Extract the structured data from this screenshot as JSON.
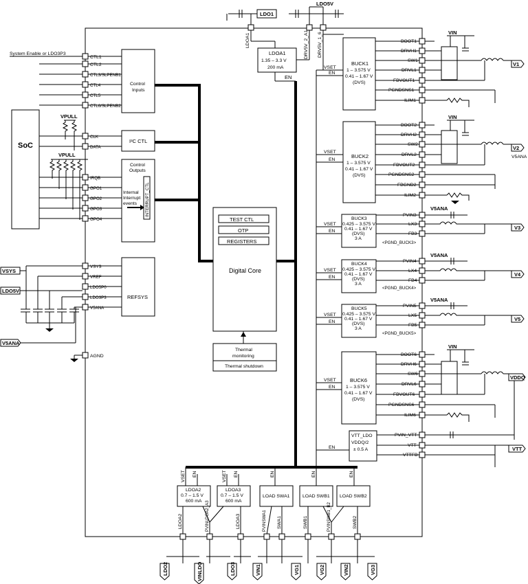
{
  "soc": {
    "label": "SoC",
    "system_enable": "System Enable or LDO3P3",
    "vpull1": "VPULL",
    "vpull2": "VPULL"
  },
  "left_pins": {
    "control": [
      "CTL1",
      "CTL2",
      "CTL3/SLPENB1",
      "CTL4",
      "CTL5",
      "CTL6/SLPENB2"
    ],
    "i2c": [
      "CLK",
      "DATA"
    ],
    "gpio": [
      "IRQB",
      "GPO1",
      "GPO2",
      "GPO3",
      "GPO4"
    ],
    "power": [
      "VSYS",
      "VREF",
      "LDO5P0",
      "LDO3P3",
      "V5ANA"
    ],
    "agnd": "AGND"
  },
  "blocks": {
    "control_inputs": [
      "Control",
      "Inputs"
    ],
    "i2c_ctl": "I²C CTL",
    "control_outputs": [
      "Control",
      "Outputs"
    ],
    "internal_interrupt": [
      "Internal",
      "Interrupt",
      "events"
    ],
    "interrupt_ctl": "INTERRUPT_CTL",
    "refsys": "REFSYS",
    "digital_core": "Digital Core",
    "test_ctl": "TEST CTL",
    "otp": "OTP",
    "registers": "REGISTERS",
    "thermal_monitoring": [
      "Thermal",
      "monitoring"
    ],
    "thermal_shutdown": "Thermal shutdown",
    "ldoa1": [
      "LDOA1",
      "1.35 – 3.3 V",
      "200 mA"
    ]
  },
  "top": {
    "ldo1": "LDO1",
    "ldo5v": "LDO5V",
    "pins": [
      "LDOA1",
      "DRV5V_2_A1",
      "DRV5V_1_6"
    ]
  },
  "bucks": [
    {
      "lines": [
        "BUCK1",
        "1 – 3.575 V",
        "0.41 – 1.67 V",
        "(DVS)"
      ],
      "pins": [
        "BOOT1",
        "DRVH1",
        "SW1",
        "DRVL1",
        "FBVOUT1",
        "PGNDSNS1",
        "ILIM1"
      ],
      "output": "V1",
      "out_sub": "",
      "vin": "VIN"
    },
    {
      "lines": [
        "BUCK2",
        "1 – 3.575 V",
        "0.41 – 1.67 V",
        "(DVS)"
      ],
      "pins": [
        "BOOT2",
        "DRVH2",
        "SW2",
        "DRVL2",
        "FBVOUT2",
        "PGNDSNS2",
        "FBGND2",
        "ILIM2"
      ],
      "output": "V2",
      "out_sub": "V5ANA",
      "vin": "VIN"
    },
    {
      "lines": [
        "BUCK3",
        "0.425 – 3.575 V",
        "0.41 – 1.67 V",
        "(DVS)",
        "3 A"
      ],
      "pins": [
        "PVIN3",
        "LX3",
        "FB3"
      ],
      "pgnd": "<PGND_BUCK3>",
      "output": "V3",
      "v5ana": "V5ANA"
    },
    {
      "lines": [
        "BUCK4",
        "0.425 – 3.575 V",
        "0.41 – 1.67 V",
        "(DVS)",
        "3 A"
      ],
      "pins": [
        "PVIN4",
        "LX4",
        "FB4"
      ],
      "pgnd": "<PGND_BUCK4>",
      "output": "V4",
      "v5ana": "V5ANA"
    },
    {
      "lines": [
        "BUCK5",
        "0.425 – 3.575 V",
        "0.41 – 1.67 V",
        "(DVS)",
        "3 A"
      ],
      "pins": [
        "PVIN5",
        "LX5",
        "FB5"
      ],
      "pgnd": "<PGND_BUCK5>",
      "output": "V5",
      "v5ana": "V5ANA"
    },
    {
      "lines": [
        "BUCK6",
        "1 – 3.575 V",
        "0.41 – 1.67 V",
        "(DVS)"
      ],
      "pins": [
        "BOOT6",
        "DRVH6",
        "SW6",
        "DRVL6",
        "FBVOUT6",
        "PGNDSNS6",
        "ILIM6"
      ],
      "output": "VDDQ",
      "vin": "VIN"
    }
  ],
  "vtt": {
    "lines": [
      "VTT_LDO",
      "VDDQ/2",
      "± 0.5 A"
    ],
    "pins": [
      "PVIN_VTT",
      "VTT",
      "VTTFB"
    ],
    "output": "VTT"
  },
  "signals": {
    "vset": "VSET",
    "en": "EN"
  },
  "bottom_blocks": {
    "ldoa2": [
      "LDOA2",
      "0.7 – 1.5 V",
      "600 mA"
    ],
    "ldoa3": [
      "LDOA3",
      "0.7 – 1.5 V",
      "600 mA"
    ],
    "swa1": "LOAD SWA1",
    "swb1": "LOAD SWB1",
    "swb2": "LOAD SWB2"
  },
  "bottom_pins": [
    "LDOA2",
    "PVINLDOA2_A3",
    "LDOA3",
    "PVINSWA1",
    "SWA1",
    "SWB1",
    "PVINSWB1_B2",
    "SWB2"
  ],
  "bottom_terminals": [
    "LDO2",
    "VINLDO",
    "LDO3",
    "VIN1",
    "VG1",
    "VG2",
    "VIN2",
    "VG3"
  ],
  "rails": {
    "vsys": "VSYS",
    "ldo5v": "LDO5V",
    "v5ana": "V5ANA"
  }
}
